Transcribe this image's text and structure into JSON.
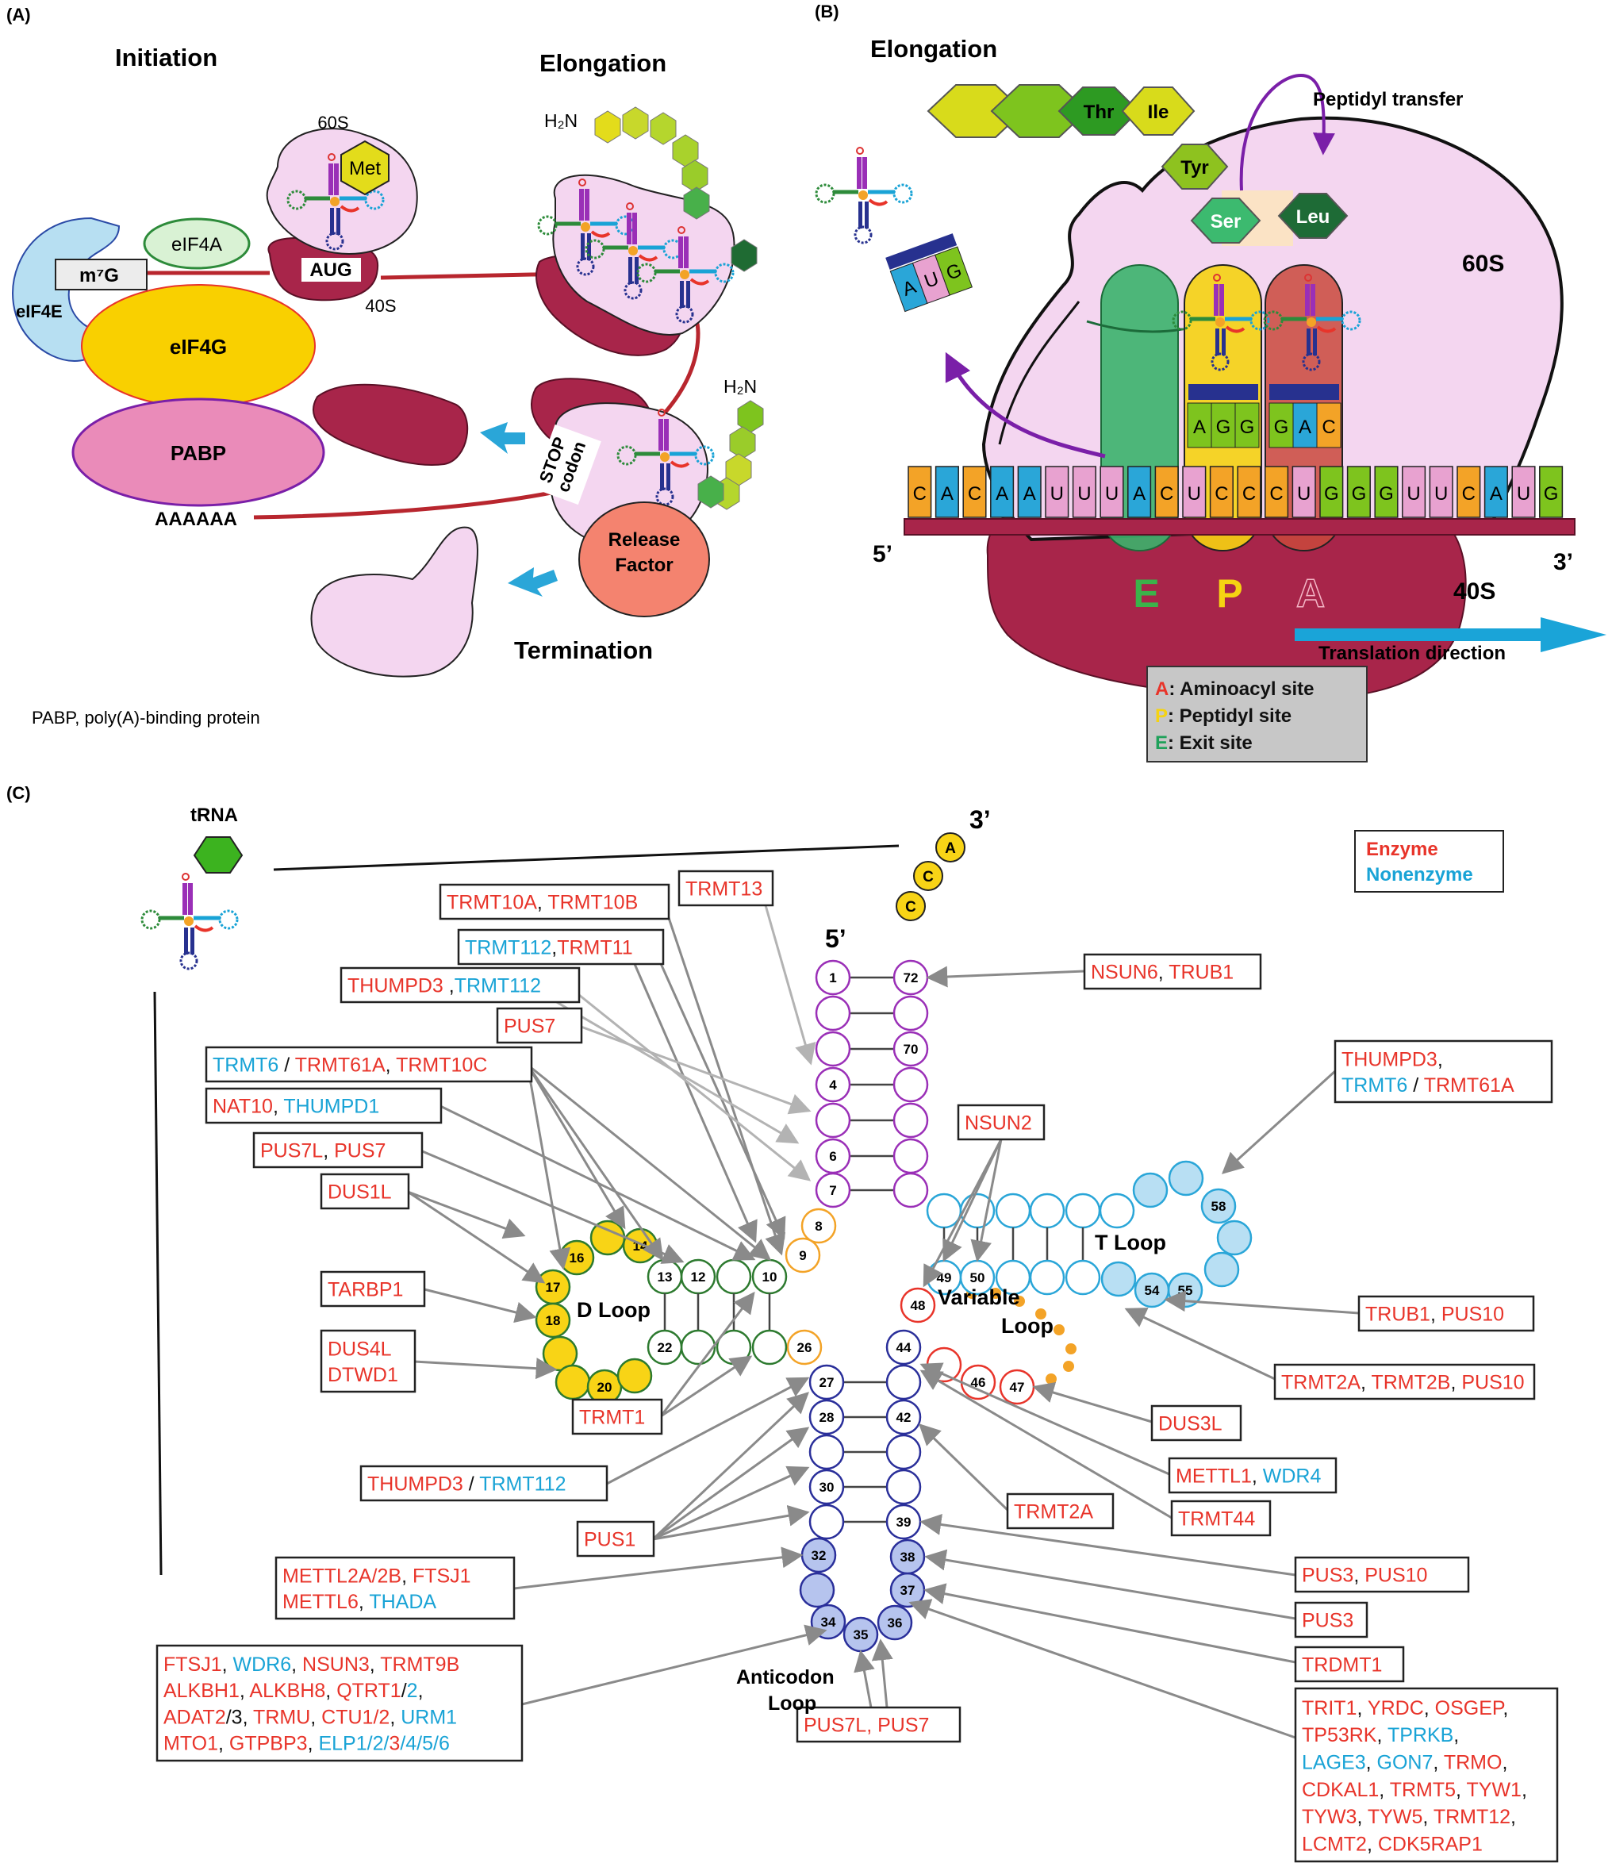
{
  "colors": {
    "enzyme": "#e8342a",
    "nonenzyme": "#19a3d6",
    "ribosome60": "#f2d3ef",
    "ribosome40": "#a8254a",
    "aminoacid_light": "#d6de1a",
    "aminoacid_mid": "#7ec41e",
    "aminoacid_dark": "#2d9a22",
    "purple": "#9a2fb7",
    "dloop": "#f8d416",
    "tloop": "#b8dff3",
    "acloop": "#b6c4ee",
    "orange": "#f3a327"
  },
  "panel_a": {
    "label": "(A)",
    "initiation": "Initiation",
    "elongation": "Elongation",
    "termination": "Termination",
    "s60": "60S",
    "s40": "40S",
    "met": "Met",
    "aug": "AUG",
    "eif4a": "eIF4A",
    "m7g": "m⁷G",
    "eif4e": "eIF4E",
    "eif4g": "eIF4G",
    "pabp": "PABP",
    "polya": "AAAAAA",
    "h2n_top": "H₂N",
    "h2n_bottom": "H₂N",
    "stop_codon": "STOP\ncodon",
    "release_factor": "Release\nFactor",
    "footnote": "PABP, poly(A)-binding protein"
  },
  "panel_b": {
    "label": "(B)",
    "elongation": "Elongation",
    "peptidyl_transfer": "Peptidyl transfer",
    "s60": "60S",
    "s40": "40S",
    "chain": [
      "Thr",
      "Ile",
      "Tyr",
      "Ser",
      "Leu"
    ],
    "exit_anticodon": [
      "A",
      "U",
      "G"
    ],
    "anticodon_p": [
      "A",
      "G",
      "G"
    ],
    "anticodon_a": [
      "G",
      "A",
      "C"
    ],
    "mrna": [
      "C",
      "A",
      "C",
      "A",
      "A",
      "U",
      "U",
      "U",
      "A",
      "C",
      "U",
      "C",
      "C",
      "C",
      "U",
      "G",
      "G",
      "G",
      "U",
      "U",
      "C",
      "A",
      "U",
      "G"
    ],
    "five_prime": "5’",
    "three_prime": "3’",
    "site_e": "E",
    "site_p": "P",
    "site_a": "A",
    "direction": "Translation direction",
    "legend": [
      {
        "key": "A",
        "text": ": Aminoacyl site",
        "color": "#e8342a"
      },
      {
        "key": "P",
        "text": ": Peptidyl site",
        "color": "#f5d312"
      },
      {
        "key": "E",
        "text": ": Exit site",
        "color": "#1fa15a"
      }
    ]
  },
  "panel_c": {
    "label": "(C)",
    "trna": "tRNA",
    "legend_enzyme": "Enzyme",
    "legend_nonenzyme": "Nonenzyme",
    "five_prime": "5’",
    "three_prime": "3’",
    "cca": [
      "C",
      "C",
      "A"
    ],
    "loops": {
      "d": "D Loop",
      "t": "T Loop",
      "variable": "Variable\nLoop",
      "anticodon": "Anticodon\nLoop"
    },
    "numbers": {
      "acc5": [
        "1",
        "4",
        "6",
        "7"
      ],
      "acc3": [
        "72",
        "70"
      ],
      "n8": "8",
      "n9": "9",
      "n26": "26",
      "d_stem": [
        "13",
        "12",
        "10",
        "22"
      ],
      "d_loop": [
        "14",
        "16",
        "17",
        "18",
        "20"
      ],
      "t_stem": [
        "49",
        "50"
      ],
      "t_loop": [
        "58",
        "54",
        "55"
      ],
      "var": [
        "48",
        "44",
        "46",
        "47"
      ],
      "ac5": [
        "27",
        "28",
        "30"
      ],
      "ac3": [
        "42",
        "39"
      ],
      "ac_loop": [
        "32",
        "34",
        "35",
        "36",
        "37",
        "38"
      ]
    },
    "boxes": [
      {
        "lines": [
          [
            {
              "t": "TRMT10A",
              "c": "e"
            },
            {
              "t": ", ",
              "c": "k"
            },
            {
              "t": "TRMT10B",
              "c": "e"
            }
          ]
        ]
      },
      {
        "lines": [
          [
            {
              "t": "TRMT13",
              "c": "e"
            }
          ]
        ]
      },
      {
        "lines": [
          [
            {
              "t": "TRMT112",
              "c": "n"
            },
            {
              "t": ",",
              "c": "k"
            },
            {
              "t": "TRMT11",
              "c": "e"
            }
          ]
        ]
      },
      {
        "lines": [
          [
            {
              "t": "THUMPD3",
              "c": "e"
            },
            {
              "t": " ,",
              "c": "k"
            },
            {
              "t": "TRMT112",
              "c": "n"
            }
          ]
        ]
      },
      {
        "lines": [
          [
            {
              "t": "PUS7",
              "c": "e"
            }
          ]
        ]
      },
      {
        "lines": [
          [
            {
              "t": "TRMT6",
              "c": "n"
            },
            {
              "t": " / ",
              "c": "k"
            },
            {
              "t": "TRMT61A",
              "c": "e"
            },
            {
              "t": ", ",
              "c": "k"
            },
            {
              "t": "TRMT10C",
              "c": "e"
            }
          ]
        ]
      },
      {
        "lines": [
          [
            {
              "t": "NAT10",
              "c": "e"
            },
            {
              "t": ", ",
              "c": "k"
            },
            {
              "t": "THUMPD1",
              "c": "n"
            }
          ]
        ]
      },
      {
        "lines": [
          [
            {
              "t": "PUS7L",
              "c": "e"
            },
            {
              "t": ", ",
              "c": "k"
            },
            {
              "t": "PUS7",
              "c": "e"
            }
          ]
        ]
      },
      {
        "lines": [
          [
            {
              "t": "DUS1L",
              "c": "e"
            }
          ]
        ]
      },
      {
        "lines": [
          [
            {
              "t": "TARBP1",
              "c": "e"
            }
          ]
        ]
      },
      {
        "lines": [
          [
            {
              "t": "DUS4L",
              "c": "e"
            }
          ],
          [
            {
              "t": "DTWD1",
              "c": "e"
            }
          ]
        ]
      },
      {
        "lines": [
          [
            {
              "t": "TRMT1",
              "c": "e"
            }
          ]
        ]
      },
      {
        "lines": [
          [
            {
              "t": "THUMPD3",
              "c": "e"
            },
            {
              "t": " / ",
              "c": "k"
            },
            {
              "t": "TRMT112",
              "c": "n"
            }
          ]
        ]
      },
      {
        "lines": [
          [
            {
              "t": "PUS1",
              "c": "e"
            }
          ]
        ]
      },
      {
        "lines": [
          [
            {
              "t": "METTL2A/2B",
              "c": "e"
            },
            {
              "t": ", ",
              "c": "k"
            },
            {
              "t": "FTSJ1",
              "c": "e"
            }
          ],
          [
            {
              "t": "METTL6",
              "c": "e"
            },
            {
              "t": ", ",
              "c": "k"
            },
            {
              "t": "THADA",
              "c": "n"
            }
          ]
        ]
      },
      {
        "lines": [
          [
            {
              "t": "FTSJ1",
              "c": "e"
            },
            {
              "t": ", ",
              "c": "k"
            },
            {
              "t": "WDR6",
              "c": "n"
            },
            {
              "t": ", ",
              "c": "k"
            },
            {
              "t": "NSUN3",
              "c": "e"
            },
            {
              "t": ", ",
              "c": "k"
            },
            {
              "t": "TRMT9B",
              "c": "e"
            }
          ],
          [
            {
              "t": "ALKBH1",
              "c": "e"
            },
            {
              "t": ", ",
              "c": "k"
            },
            {
              "t": "ALKBH8",
              "c": "e"
            },
            {
              "t": ", ",
              "c": "k"
            },
            {
              "t": "QTRT1",
              "c": "e"
            },
            {
              "t": "/",
              "c": "k"
            },
            {
              "t": "2",
              "c": "n"
            },
            {
              "t": ",",
              "c": "k"
            }
          ],
          [
            {
              "t": "ADAT2",
              "c": "e"
            },
            {
              "t": "/3",
              "c": "k"
            },
            {
              "t": ", ",
              "c": "k"
            },
            {
              "t": "TRMU",
              "c": "e"
            },
            {
              "t": ", ",
              "c": "k"
            },
            {
              "t": "CTU1/2",
              "c": "e"
            },
            {
              "t": ", ",
              "c": "k"
            },
            {
              "t": "URM1",
              "c": "n"
            }
          ],
          [
            {
              "t": "MTO1",
              "c": "e"
            },
            {
              "t": ", ",
              "c": "k"
            },
            {
              "t": "GTPBP3",
              "c": "e"
            },
            {
              "t": ", ",
              "c": "k"
            },
            {
              "t": "ELP1/2/",
              "c": "n"
            },
            {
              "t": "3",
              "c": "e"
            },
            {
              "t": "/4/5/6",
              "c": "n"
            }
          ]
        ]
      },
      {
        "lines": [
          [
            {
              "t": "PUS7L, PUS7",
              "c": "e"
            }
          ]
        ]
      },
      {
        "lines": [
          [
            {
              "t": "NSUN6",
              "c": "e"
            },
            {
              "t": ", ",
              "c": "k"
            },
            {
              "t": "TRUB1",
              "c": "e"
            }
          ]
        ]
      },
      {
        "lines": [
          [
            {
              "t": "THUMPD3",
              "c": "e"
            },
            {
              "t": ",",
              "c": "k"
            }
          ],
          [
            {
              "t": "TRMT6",
              "c": "n"
            },
            {
              "t": " / ",
              "c": "k"
            },
            {
              "t": "TRMT61A",
              "c": "e"
            }
          ]
        ]
      },
      {
        "lines": [
          [
            {
              "t": "NSUN2",
              "c": "e"
            }
          ]
        ]
      },
      {
        "lines": [
          [
            {
              "t": "TRUB1",
              "c": "e"
            },
            {
              "t": ", ",
              "c": "k"
            },
            {
              "t": "PUS10",
              "c": "e"
            }
          ]
        ]
      },
      {
        "lines": [
          [
            {
              "t": "TRMT2A",
              "c": "e"
            },
            {
              "t": ", ",
              "c": "k"
            },
            {
              "t": "TRMT2B",
              "c": "e"
            },
            {
              "t": ", ",
              "c": "k"
            },
            {
              "t": "PUS10",
              "c": "e"
            }
          ]
        ]
      },
      {
        "lines": [
          [
            {
              "t": "DUS3L",
              "c": "e"
            }
          ]
        ]
      },
      {
        "lines": [
          [
            {
              "t": "METTL1",
              "c": "e"
            },
            {
              "t": ", ",
              "c": "k"
            },
            {
              "t": "WDR4",
              "c": "n"
            }
          ]
        ]
      },
      {
        "lines": [
          [
            {
              "t": "TRMT2A",
              "c": "e"
            }
          ]
        ]
      },
      {
        "lines": [
          [
            {
              "t": "TRMT44",
              "c": "e"
            }
          ]
        ]
      },
      {
        "lines": [
          [
            {
              "t": "PUS3",
              "c": "e"
            },
            {
              "t": ", ",
              "c": "k"
            },
            {
              "t": "PUS10",
              "c": "e"
            }
          ]
        ]
      },
      {
        "lines": [
          [
            {
              "t": "PUS3",
              "c": "e"
            }
          ]
        ]
      },
      {
        "lines": [
          [
            {
              "t": "TRDMT1",
              "c": "e"
            }
          ]
        ]
      },
      {
        "lines": [
          [
            {
              "t": "TRIT1",
              "c": "e"
            },
            {
              "t": ", ",
              "c": "k"
            },
            {
              "t": "YRDC",
              "c": "e"
            },
            {
              "t": ", ",
              "c": "k"
            },
            {
              "t": "OSGEP",
              "c": "e"
            },
            {
              "t": ",",
              "c": "k"
            }
          ],
          [
            {
              "t": "TP53RK",
              "c": "e"
            },
            {
              "t": ", ",
              "c": "k"
            },
            {
              "t": "TPRKB",
              "c": "n"
            },
            {
              "t": ",",
              "c": "k"
            }
          ],
          [
            {
              "t": "LAGE3",
              "c": "n"
            },
            {
              "t": ", ",
              "c": "k"
            },
            {
              "t": "GON7",
              "c": "n"
            },
            {
              "t": ", ",
              "c": "k"
            },
            {
              "t": "TRMO",
              "c": "e"
            },
            {
              "t": ",",
              "c": "k"
            }
          ],
          [
            {
              "t": "CDKAL1",
              "c": "e"
            },
            {
              "t": ", ",
              "c": "k"
            },
            {
              "t": "TRMT5",
              "c": "e"
            },
            {
              "t": ", ",
              "c": "k"
            },
            {
              "t": "TYW1",
              "c": "e"
            },
            {
              "t": ",",
              "c": "k"
            }
          ],
          [
            {
              "t": "TYW3",
              "c": "e"
            },
            {
              "t": ", ",
              "c": "k"
            },
            {
              "t": "TYW5",
              "c": "e"
            },
            {
              "t": ", ",
              "c": "k"
            },
            {
              "t": "TRMT12",
              "c": "e"
            },
            {
              "t": ",",
              "c": "k"
            }
          ],
          [
            {
              "t": "LCMT2",
              "c": "e"
            },
            {
              "t": ", ",
              "c": "k"
            },
            {
              "t": "CDK5RAP1",
              "c": "e"
            }
          ]
        ]
      }
    ]
  }
}
